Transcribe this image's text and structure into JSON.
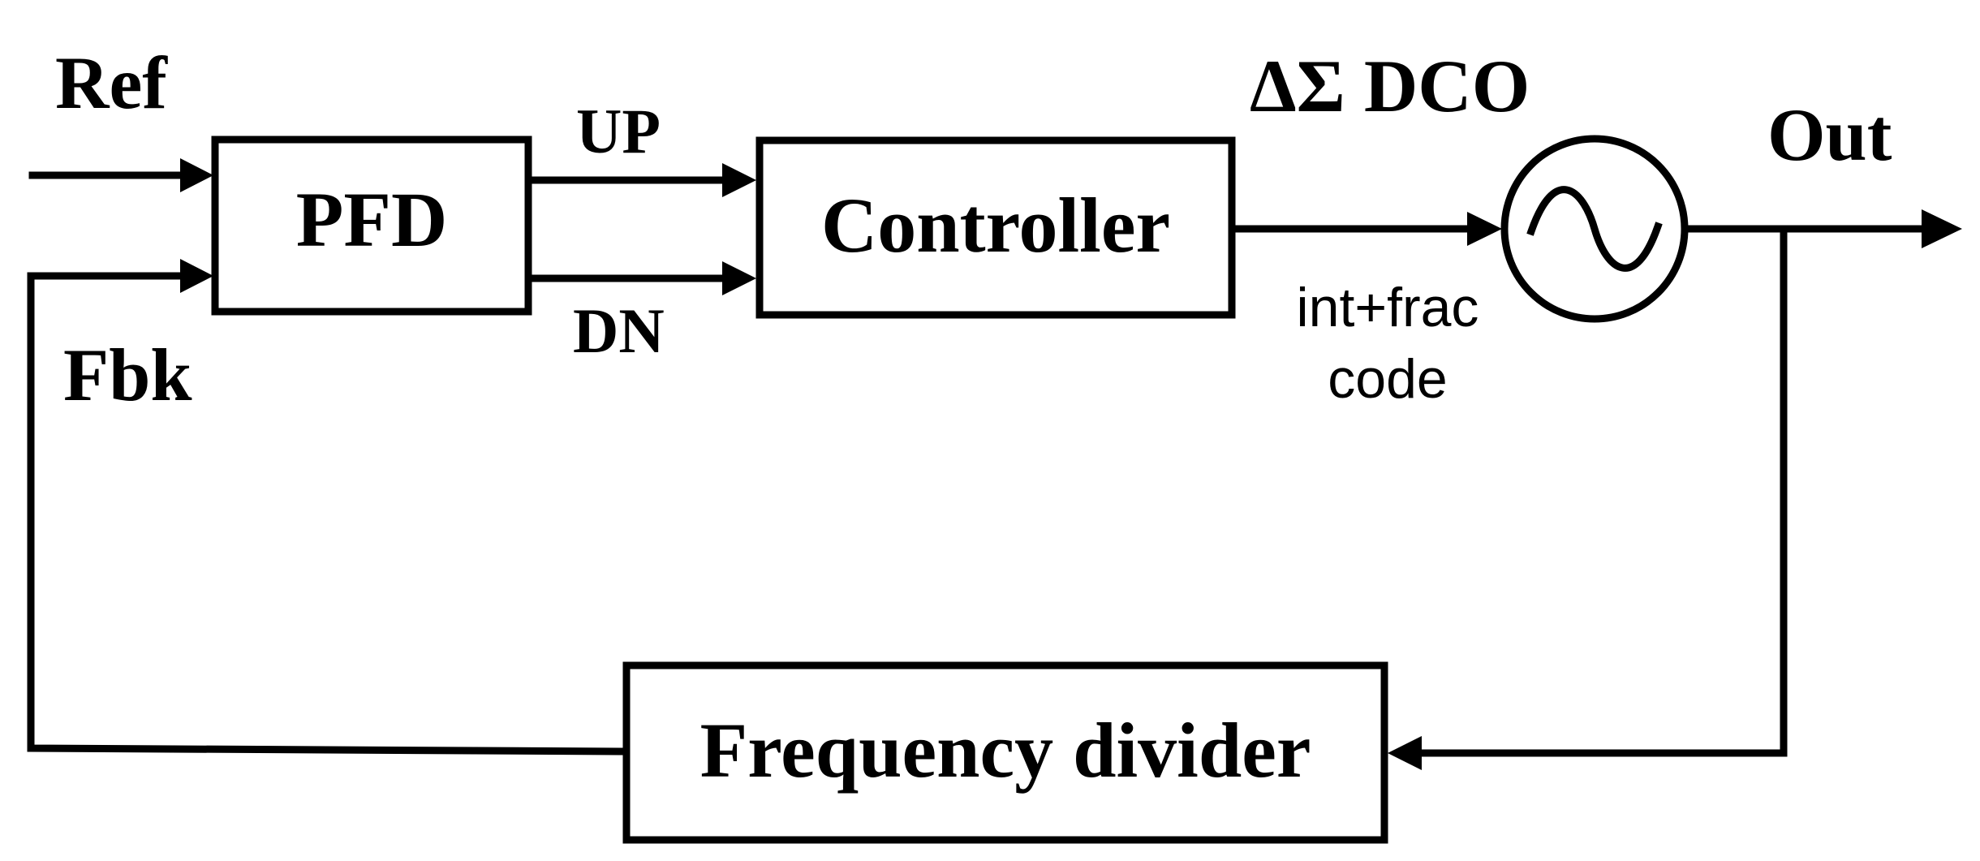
{
  "labels": {
    "ref": "Ref",
    "fbk": "Fbk",
    "up": "UP",
    "dn": "DN",
    "dco": "ΔΣ DCO",
    "out": "Out",
    "code_line1": "int+frac",
    "code_line2": "code"
  },
  "blocks": {
    "pfd": "PFD",
    "controller": "Controller",
    "divider": "Frequency divider"
  },
  "oscillator": {
    "symbol": "sine-wave-icon"
  },
  "colors": {
    "stroke": "#000000",
    "background": "#ffffff"
  }
}
